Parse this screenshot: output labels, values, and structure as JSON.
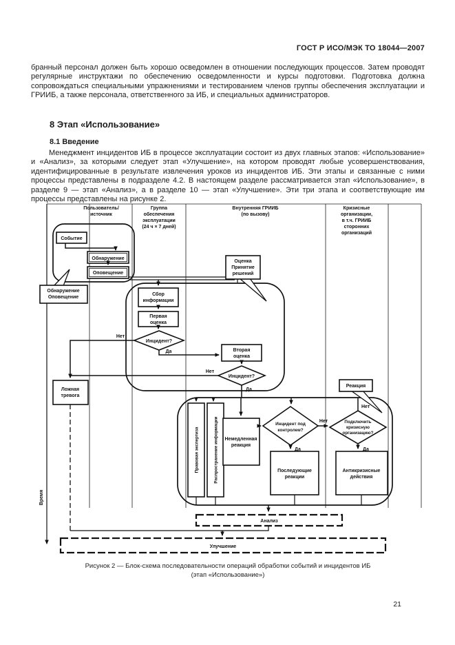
{
  "page": {
    "header_right": "ГОСТ Р ИСО/МЭК ТО 18044—2007",
    "page_number": "21",
    "intro_paragraph": "бранный персонал должен быть хорошо осведомлен в отношении последующих процессов. Затем проводят регулярные инструктажи по обеспечению осведомленности и курсы подготовки. Подготовка должна сопровождаться специальными упражнениями и тестированием членов группы обеспечения эксплуатации и ГРИИБ, а также персонала, ответственного за ИБ, и специальных администраторов.",
    "section_heading": "8  Этап «Использование»",
    "subsection_heading": "8.1  Введение",
    "section_paragraph": "Менеджмент инцидентов ИБ в процессе эксплуатации состоит из двух главных этапов: «Использование» и «Анализ», за которыми следует этап «Улучшение», на котором проводят любые усовершенствования, идентифицированные в результате извлечения уроков из инцидентов ИБ. Эти этапы и связанные с ними процессы представлены в подразделе 4.2. В настоящем разделе рассматривается этап «Использование», в разделе 9 — этап «Анализ», а в разделе 10 — этап «Улучшение». Эти три этапа и соответствующие им процессы представлены на рисунке 2.",
    "figure_caption_line1": "Рисунок 2 — Блок-схема последовательности операций обработки событий и инцидентов ИБ",
    "figure_caption_line2": "(этап «Использование»)"
  },
  "diagram": {
    "time_axis": "Время",
    "lanes": {
      "user": [
        "Пользователь/",
        "источник"
      ],
      "ops": [
        "Группа",
        "обеспечения",
        "эксплуатации",
        "(24 ч × 7 дней)"
      ],
      "isirt": [
        "Внутренняя ГРИИБ",
        "(по вызову)"
      ],
      "crisis": [
        "Кризисные",
        "организации,",
        "в т.ч. ГРИИБ",
        "сторонних",
        "организаций"
      ]
    },
    "nodes": {
      "event": "Событие",
      "detection": "Обнаружение",
      "notification": "Оповещение",
      "detect_callout": [
        "Обнаружение",
        "Оповещение"
      ],
      "assess_callout": [
        "Оценка",
        "Принятие",
        "решений"
      ],
      "gather": [
        "Сбор",
        "информации"
      ],
      "first_assessment": [
        "Первая",
        "оценка"
      ],
      "incident_q1": "Инцидент?",
      "second_assessment": [
        "Вторая",
        "оценка"
      ],
      "incident_q2": "Инцидент?",
      "false_alarm": [
        "Ложная",
        "тревога"
      ],
      "response_callout": "Реакция",
      "forensics": "Правовая экспертиза",
      "communications": "Распространение информации",
      "immediate_response": [
        "Немедленная",
        "реакция"
      ],
      "under_control_q": [
        "Инцидент под",
        "контролем?"
      ],
      "later_response": [
        "Последующие",
        "реакции"
      ],
      "invoke_crisis_q": [
        "Подключить",
        "кризисную",
        "организацию?"
      ],
      "crisis_actions": [
        "Антикризисные",
        "действия"
      ],
      "analysis": "Анализ",
      "improvement": "Улучшение"
    },
    "labels": {
      "yes": "Да",
      "no": "Нет"
    }
  }
}
